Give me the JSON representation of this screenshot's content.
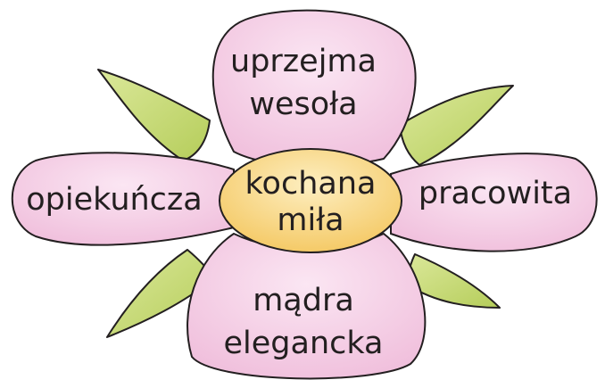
{
  "colors": {
    "petal_fill": "#f3c8e3",
    "petal_highlight": "#fbe6f3",
    "leaf_fill": "#c9dc7a",
    "leaf_vein": "#7d9a2a",
    "center_fill": "#f8d47a",
    "center_highlight": "#fdeec0",
    "outline": "#231f20"
  },
  "petals": {
    "top": {
      "line1": "uprzejma",
      "line2": "wesoła"
    },
    "left": {
      "line1": "opiekuńcza"
    },
    "right": {
      "line1": "pracowita"
    },
    "bottom": {
      "line1": "mądra",
      "line2": "elegancka"
    }
  },
  "center": {
    "line1": "kochana",
    "line2": "miła"
  }
}
